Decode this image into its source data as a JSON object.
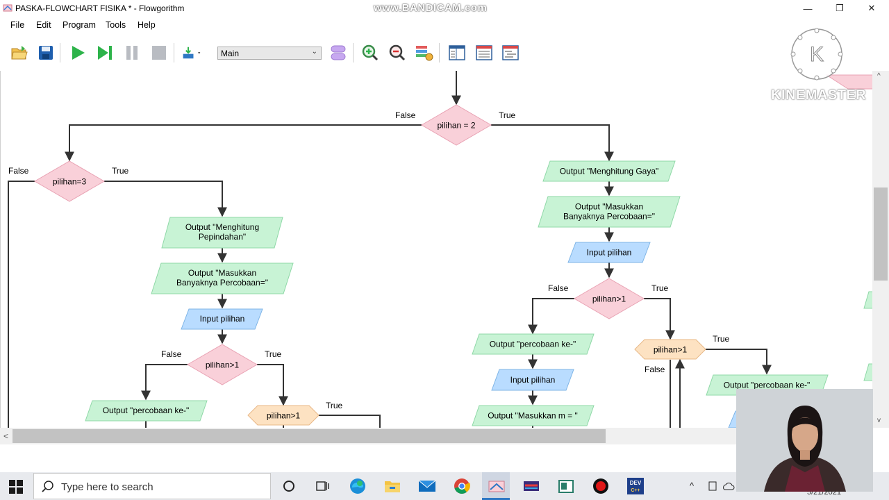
{
  "window": {
    "title": "PASKA-FLOWCHART FISIKA * - Flowgorithm",
    "watermark": "www.BANDICAM.com",
    "controls": {
      "minimize": "—",
      "maximize": "❐",
      "close": "✕"
    }
  },
  "menu": {
    "items": [
      "File",
      "Edit",
      "Program",
      "Tools",
      "Help"
    ]
  },
  "toolbar": {
    "function_select": "Main",
    "icons": [
      "open-icon",
      "save-icon",
      "run-icon",
      "step-icon",
      "pause-icon",
      "stop-icon",
      "speed-icon",
      "layout-icon",
      "zoom-in-icon",
      "zoom-out-icon",
      "layout-style-icon",
      "variable-watch-icon",
      "console-icon",
      "source-view-icon"
    ]
  },
  "flowchart": {
    "shapes": {
      "d_pilihan2": "pilihan = 2",
      "d_pilihan3": "pilihan=3",
      "o_gaya": "Output \"Menghitung Gaya\"",
      "o_masukkan_r1": "Output \"Masukkan",
      "o_masukkan_r2": "Banyaknya Percobaan=\"",
      "i_pilihan_r": "Input pilihan",
      "d_pilihan1_r": "pilihan>1",
      "o_percobaan_r": "Output \"percobaan ke-\"",
      "h_pilihan1_r": "pilihan>1",
      "i_pilihan_r2": "Input pilihan",
      "o_masukkan_m": "Output \"Masukkan m = \"",
      "o_percobaan_rr": "Output \"percobaan ke-\"",
      "o_pepindahan_r1": "Output \"Menghitung",
      "o_pepindahan_r2": "Pepindahan\"",
      "o_masukkan_l1": "Output \"Masukkan",
      "o_masukkan_l2": "Banyaknya Percobaan=\"",
      "i_pilihan_l": "Input pilihan",
      "d_pilihan1_l": "pilihan>1",
      "o_percobaan_l": "Output \"percobaan ke-\"",
      "h_pilihan1_l": "pilihan>1"
    },
    "labels": {
      "false": "False",
      "true": "True"
    }
  },
  "scrollbars": {
    "left_arrow": "<",
    "right_arrow": ">",
    "up_arrow": "^",
    "down_arrow": "v"
  },
  "taskbar": {
    "search_placeholder": "Type here to search",
    "clock_date": "5/21/2021",
    "apps": [
      "task-view-icon",
      "edge-icon",
      "file-explorer-icon",
      "mail-icon",
      "chrome-icon",
      "flowgorithm-icon",
      "game-icon",
      "notepad-icon",
      "recorder-icon",
      "devcpp-icon"
    ]
  },
  "overlays": {
    "kinemaster": "KINEMASTER",
    "kinemaster_letter": "K"
  },
  "colors": {
    "decision_fill": "#f9d0d9",
    "decision_stroke": "#e9a3b4",
    "io_fill": "#c8f3d5",
    "io_stroke": "#8fd8a7",
    "input_fill": "#b9dcff",
    "loop_fill": "#fde2c2",
    "line": "#333333"
  }
}
